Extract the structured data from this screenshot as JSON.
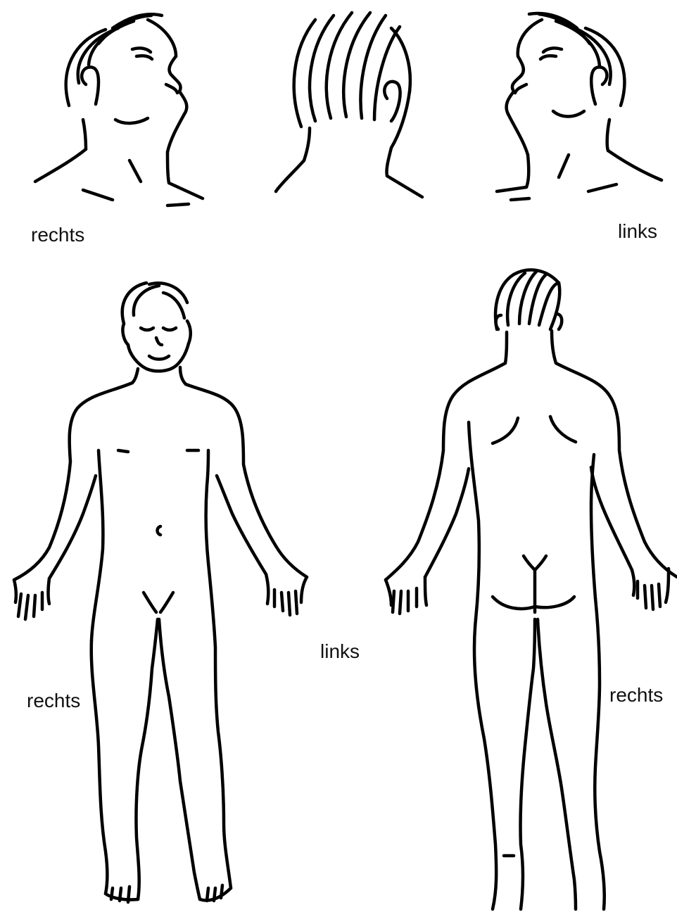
{
  "colors": {
    "ink": "#000000",
    "background": "#ffffff"
  },
  "labels": {
    "head_right": "rechts",
    "head_left": "links",
    "body_front_right": "rechts",
    "body_center_left": "links",
    "body_back_right": "rechts"
  }
}
